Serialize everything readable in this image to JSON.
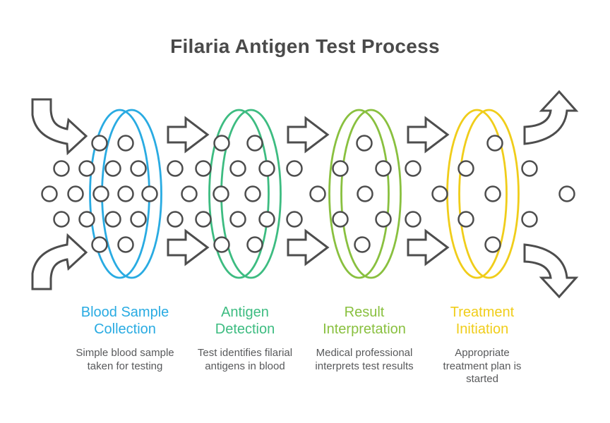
{
  "title": "Filaria Antigen Test Process",
  "colors": {
    "outline": "#4d4d4d",
    "title_text": "#4a4a4a",
    "caption_text": "#58595b",
    "background": "#ffffff",
    "stage_blue": "#29abe2",
    "stage_green": "#3dbc81",
    "stage_olive": "#89c03f",
    "stage_yellow": "#f0cd1a"
  },
  "stages": [
    {
      "name": [
        "Blood Sample",
        "Collection"
      ],
      "description": [
        "Simple blood sample",
        "taken for testing"
      ],
      "color": "#29abe2"
    },
    {
      "name": [
        "Antigen",
        "Detection"
      ],
      "description": [
        "Test identifies filarial",
        "antigens in blood"
      ],
      "color": "#3dbc81"
    },
    {
      "name": [
        "Result",
        "Interpretation"
      ],
      "description": [
        "Medical professional",
        "interprets test results"
      ],
      "color": "#89c03f"
    },
    {
      "name": [
        "Treatment",
        "Initiation"
      ],
      "description": [
        "Appropriate",
        "treatment plan is",
        "started"
      ],
      "color": "#f0cd1a"
    }
  ]
}
